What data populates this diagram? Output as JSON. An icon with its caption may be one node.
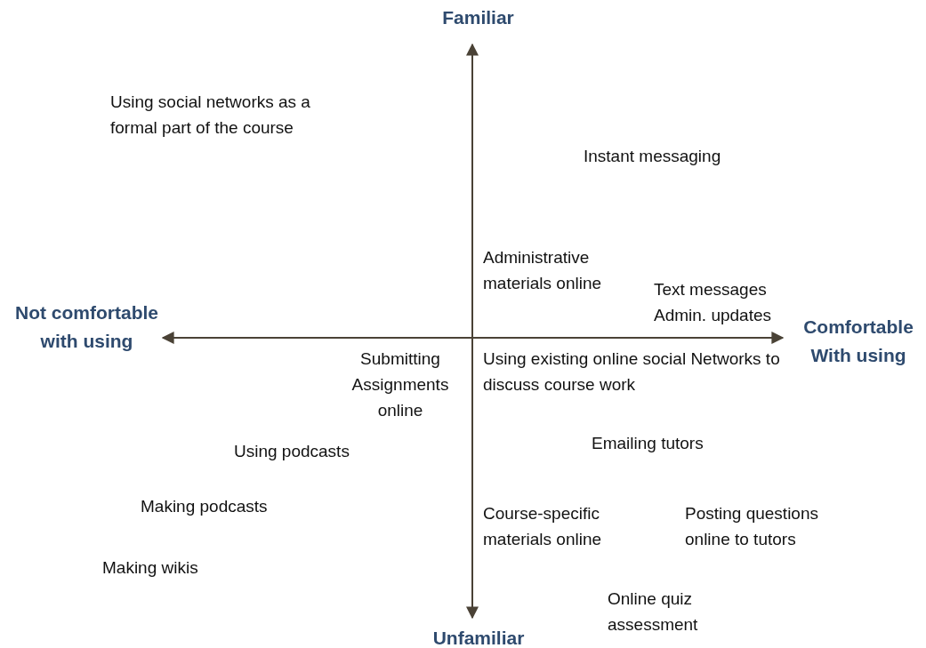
{
  "diagram": {
    "labels": [
      "Familiar",
      "Using social networks as a formal part of the course",
      "Instant messaging",
      "Administrative materials online",
      "Text messages",
      "Admin. updates",
      "Not comfortable with using",
      "Comfortable With using",
      "Submitting Assignments online",
      "Using existing online social Networks to discuss course work",
      "Using podcasts",
      "Emailing tutors",
      "Making podcasts",
      "Course-specific materials online",
      "Posting questions online to tutors",
      "Making wikis",
      "Online quiz assessment",
      "Unfamiliar"
    ]
  }
}
